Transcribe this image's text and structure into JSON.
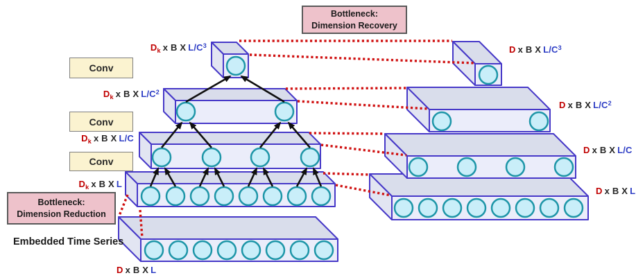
{
  "bottleneck_recovery": {
    "line1": "Bottleneck:",
    "line2": "Dimension Recovery"
  },
  "bottleneck_reduction": {
    "line1": "Bottleneck:",
    "line2": "Dimension Reduction"
  },
  "conv_labels": [
    "Conv",
    "Conv",
    "Conv"
  ],
  "embedded_label": "Embedded Time Series",
  "dim_labels": {
    "left": [
      {
        "prefix": "D",
        "sub": "k",
        "mid": "x B X",
        "dim": "L/C",
        "sup": "3"
      },
      {
        "prefix": "D",
        "sub": "k",
        "mid": "x B X",
        "dim": "L/C",
        "sup": "2"
      },
      {
        "prefix": "D",
        "sub": "k",
        "mid": "x B X",
        "dim": "L/C",
        "sup": ""
      },
      {
        "prefix": "D",
        "sub": "k",
        "mid": "x B X",
        "dim": "L",
        "sup": ""
      }
    ],
    "right": [
      {
        "prefix": "D",
        "sub": "",
        "mid": "x B X",
        "dim": "L/C",
        "sup": "3"
      },
      {
        "prefix": "D",
        "sub": "",
        "mid": "x B X",
        "dim": "L/C",
        "sup": "2"
      },
      {
        "prefix": "D",
        "sub": "",
        "mid": "x B X",
        "dim": "L/C",
        "sup": ""
      },
      {
        "prefix": "D",
        "sub": "",
        "mid": "x B X",
        "dim": "L",
        "sup": ""
      }
    ],
    "embedded": {
      "prefix": "D",
      "sub": "",
      "mid": "x B X",
      "dim": "L",
      "sup": ""
    }
  },
  "structure": {
    "left_pyramid_nodes_top_to_bottom": [
      1,
      2,
      4,
      8
    ],
    "right_pyramid_nodes_top_to_bottom": [
      1,
      2,
      4,
      8
    ],
    "embedded_series_nodes": 8
  },
  "colors": {
    "dim_d_red": "#C00000",
    "dim_l_blue": "#2E3EC5",
    "box_border": "#4638C8",
    "box_front": "#EBEDFA",
    "box_top": "#D9DDEB",
    "node_fill": "#C9EEF9",
    "node_stroke": "#1E96A8",
    "conv_fill": "#FBF3D0",
    "bottleneck_fill": "#EEC2CB",
    "link_red": "#D01212"
  }
}
